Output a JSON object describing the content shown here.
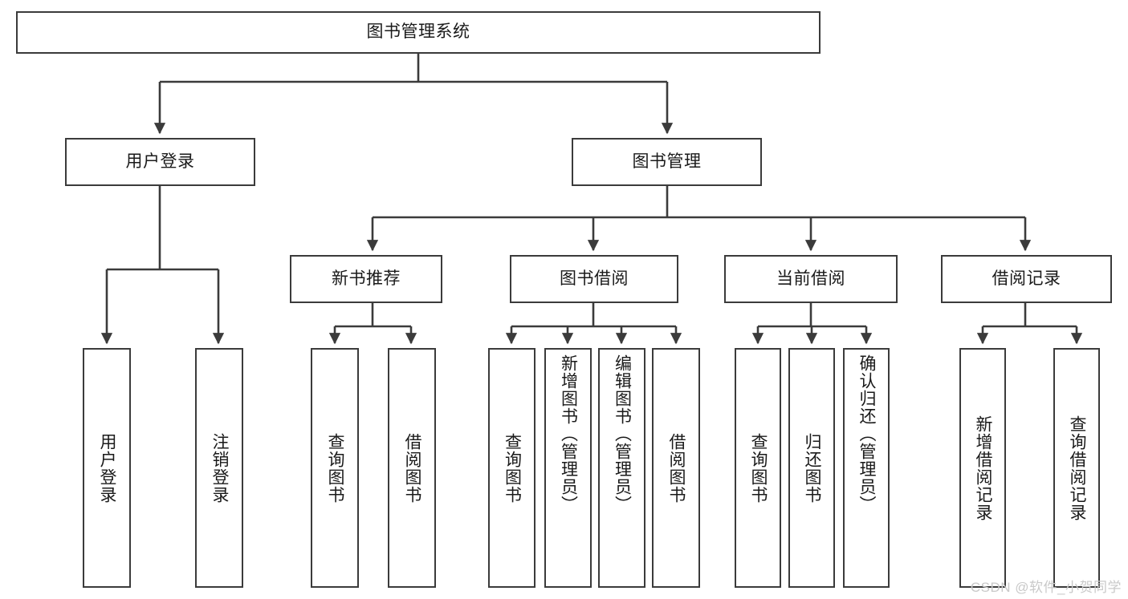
{
  "diagram": {
    "title": "图书管理系统",
    "watermark": "CSDN @软件_小贺同学",
    "type": "tree-hierarchy-diagram",
    "colors": {
      "box_border": "#3b3b3b",
      "box_fill": "#ffffff",
      "edge": "#3b3b3b",
      "text": "#1a1a1a",
      "watermark": "#c9c9c9"
    },
    "root": {
      "id": "root",
      "label": "图书管理系统",
      "orientation": "horizontal"
    },
    "level1": [
      {
        "id": "user-login",
        "label": "用户登录",
        "orientation": "horizontal"
      },
      {
        "id": "book-management",
        "label": "图书管理",
        "orientation": "horizontal"
      }
    ],
    "level2": [
      {
        "id": "new-book-recommend",
        "label": "新书推荐",
        "orientation": "horizontal",
        "parent": "book-management"
      },
      {
        "id": "book-borrow",
        "label": "图书借阅",
        "orientation": "horizontal",
        "parent": "book-management"
      },
      {
        "id": "current-borrow",
        "label": "当前借阅",
        "orientation": "horizontal",
        "parent": "book-management"
      },
      {
        "id": "borrow-record",
        "label": "借阅记录",
        "orientation": "horizontal",
        "parent": "book-management"
      }
    ],
    "leaves": [
      {
        "id": "leaf-user-login",
        "label": "用户登录",
        "orientation": "vertical",
        "parent": "user-login"
      },
      {
        "id": "leaf-logout-login",
        "label": "注销登录",
        "orientation": "vertical",
        "parent": "user-login"
      },
      {
        "id": "leaf-query-book-1",
        "label": "查询图书",
        "orientation": "vertical",
        "parent": "new-book-recommend"
      },
      {
        "id": "leaf-borrow-book-1",
        "label": "借阅图书",
        "orientation": "vertical",
        "parent": "new-book-recommend"
      },
      {
        "id": "leaf-query-book-2",
        "label": "查询图书",
        "orientation": "vertical",
        "parent": "book-borrow"
      },
      {
        "id": "leaf-add-book-admin",
        "label": "新增图书（管理员）",
        "orientation": "vertical",
        "parent": "book-borrow"
      },
      {
        "id": "leaf-edit-book-admin",
        "label": "编辑图书（管理员）",
        "orientation": "vertical",
        "parent": "book-borrow"
      },
      {
        "id": "leaf-borrow-book-2",
        "label": "借阅图书",
        "orientation": "vertical",
        "parent": "book-borrow"
      },
      {
        "id": "leaf-query-book-3",
        "label": "查询图书",
        "orientation": "vertical",
        "parent": "current-borrow"
      },
      {
        "id": "leaf-return-book",
        "label": "归还图书",
        "orientation": "vertical",
        "parent": "current-borrow"
      },
      {
        "id": "leaf-confirm-return-admin",
        "label": "确认归还（管理员）",
        "orientation": "vertical",
        "parent": "current-borrow"
      },
      {
        "id": "leaf-add-borrow-record",
        "label": "新增借阅记录",
        "orientation": "vertical",
        "parent": "borrow-record"
      },
      {
        "id": "leaf-query-borrow-record",
        "label": "查询借阅记录",
        "orientation": "vertical",
        "parent": "borrow-record"
      }
    ]
  }
}
